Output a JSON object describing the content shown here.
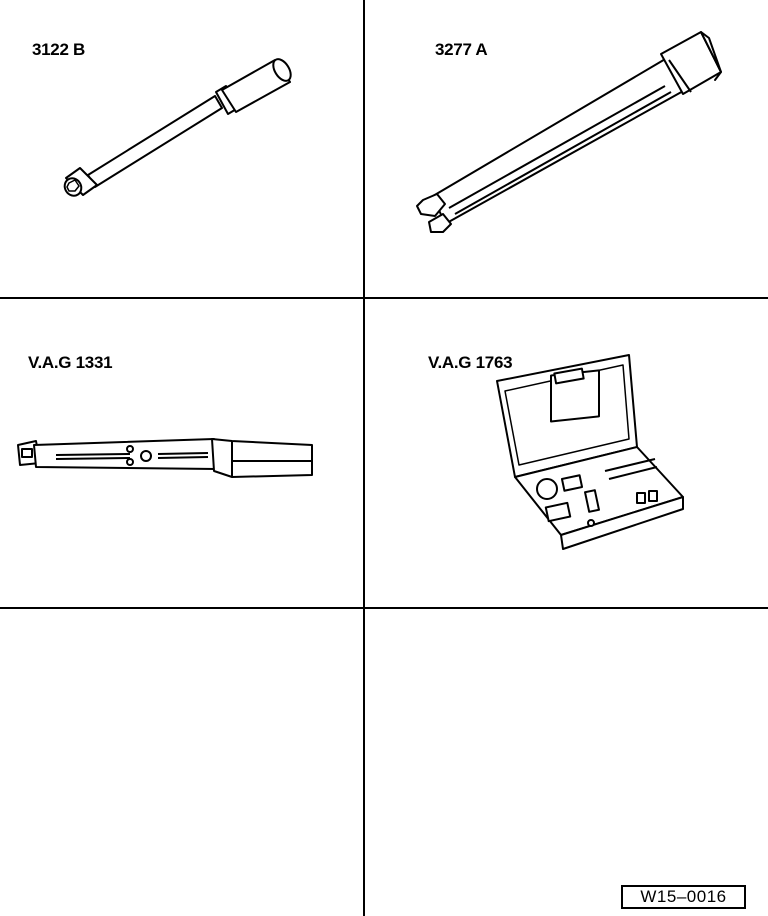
{
  "tools": [
    {
      "id": "3122B",
      "label": "3122 B",
      "icon": "long-socket-extension"
    },
    {
      "id": "3277A",
      "label": "3277 A",
      "icon": "slotted-tube-tool"
    },
    {
      "id": "VAG1331",
      "label": "V.A.G 1331",
      "icon": "torque-wrench"
    },
    {
      "id": "VAG1763",
      "label": "V.A.G 1763",
      "icon": "tool-case"
    }
  ],
  "figure_ref": "W15–0016"
}
